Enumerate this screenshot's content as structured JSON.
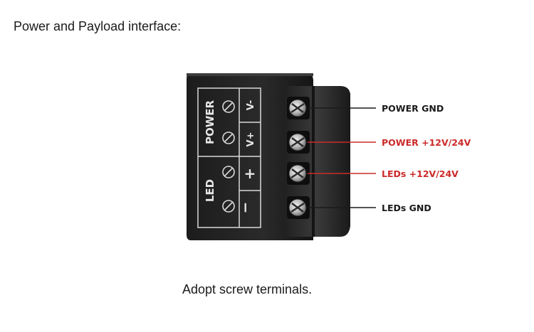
{
  "heading": "Power and Payload interface:",
  "caption": "Adopt screw terminals.",
  "panel": {
    "power_text": "POWER",
    "led_text": "LED",
    "v_minus": "V-",
    "v_plus": "V+",
    "plus": "+",
    "minus": "−"
  },
  "terminals": [
    {
      "label": "POWER GND",
      "color": "#1a1a1a"
    },
    {
      "label": "POWER +12V/24V",
      "color": "#cc2a2a"
    },
    {
      "label": "LEDs +12V/24V",
      "color": "#cc2a2a"
    },
    {
      "label": "LEDs GND",
      "color": "#1a1a1a"
    }
  ]
}
